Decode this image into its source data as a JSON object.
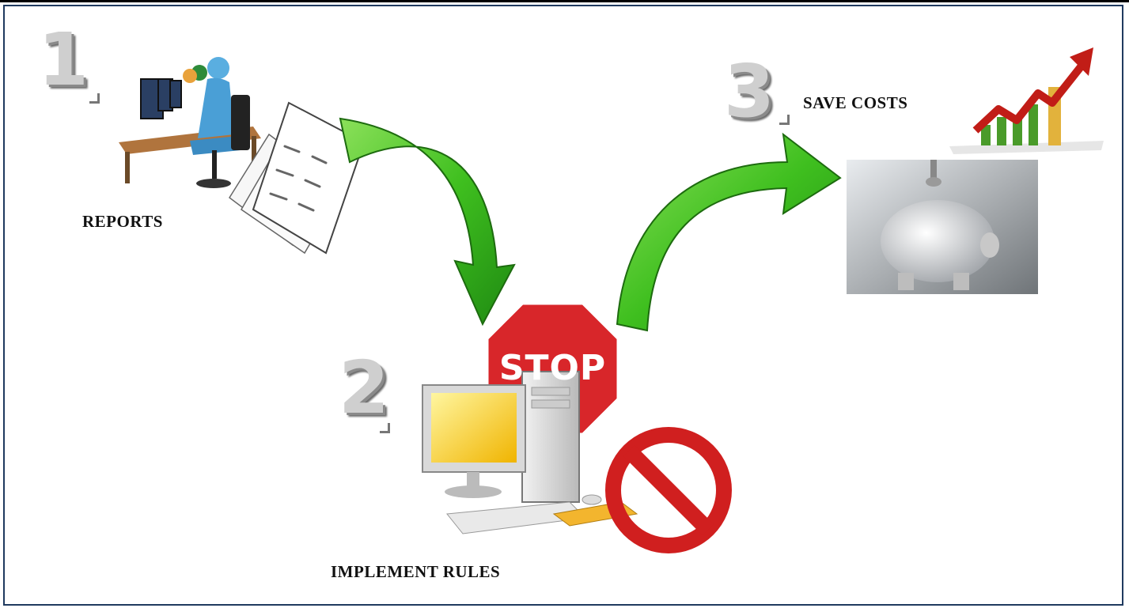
{
  "steps": [
    {
      "number": "1",
      "label": "REPORTS"
    },
    {
      "number": "2",
      "label": "IMPLEMENT RULES"
    },
    {
      "number": "3",
      "label": "SAVE COSTS"
    }
  ],
  "stop_sign": {
    "text": "STOP"
  },
  "colors": {
    "arrow_green": "#3fbf1f",
    "arrow_dark": "#1d6b0f",
    "stop_red": "#d8262a",
    "frame": "#1f3a5f"
  },
  "icons": [
    "office-workers-icon",
    "report-papers-icon",
    "computer-icon",
    "stop-sign-icon",
    "prohibited-icon",
    "growth-chart-icon",
    "piggy-bank-icon",
    "curved-arrow-icon"
  ]
}
